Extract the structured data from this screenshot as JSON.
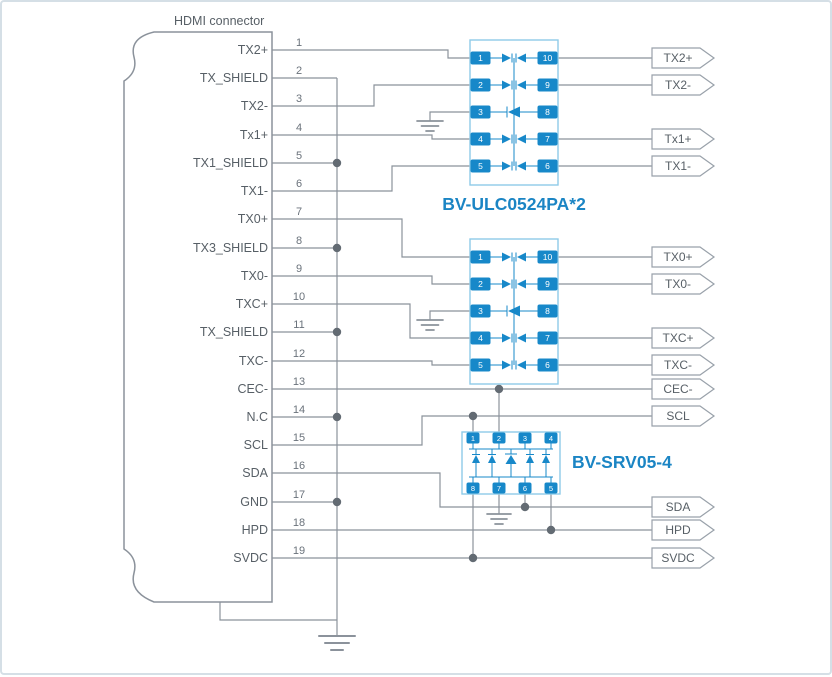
{
  "title": "HDMI connector",
  "components": {
    "ulc_label": "BV-ULC0524PA*2",
    "srv_label": "BV-SRV05-4"
  },
  "connector_pins": [
    {
      "num": "1",
      "label": "TX2+"
    },
    {
      "num": "2",
      "label": "TX_SHIELD"
    },
    {
      "num": "3",
      "label": "TX2-"
    },
    {
      "num": "4",
      "label": "Tx1+"
    },
    {
      "num": "5",
      "label": "TX1_SHIELD"
    },
    {
      "num": "6",
      "label": "TX1-"
    },
    {
      "num": "7",
      "label": "TX0+"
    },
    {
      "num": "8",
      "label": "TX3_SHIELD"
    },
    {
      "num": "9",
      "label": "TX0-"
    },
    {
      "num": "10",
      "label": "TXC+"
    },
    {
      "num": "11",
      "label": "TX_SHIELD"
    },
    {
      "num": "12",
      "label": "TXC-"
    },
    {
      "num": "13",
      "label": "CEC-"
    },
    {
      "num": "14",
      "label": "N.C"
    },
    {
      "num": "15",
      "label": "SCL"
    },
    {
      "num": "16",
      "label": "SDA"
    },
    {
      "num": "17",
      "label": "GND"
    },
    {
      "num": "18",
      "label": "HPD"
    },
    {
      "num": "19",
      "label": "SVDC"
    }
  ],
  "output_tags": [
    "TX2+",
    "TX2-",
    "Tx1+",
    "TX1-",
    "TX0+",
    "TX0-",
    "TXC+",
    "TXC-",
    "CEC-",
    "SCL",
    "SDA",
    "HPD",
    "SVDC"
  ],
  "ic1": {
    "left_pins": [
      "1",
      "2",
      "3",
      "4",
      "5"
    ],
    "right_pins": [
      "10",
      "9",
      "8",
      "7",
      "6"
    ]
  },
  "ic2": {
    "left_pins": [
      "1",
      "2",
      "3",
      "4",
      "5"
    ],
    "right_pins": [
      "10",
      "9",
      "8",
      "7",
      "6"
    ]
  },
  "srv": {
    "top_pins": [
      "1",
      "2",
      "3",
      "4"
    ],
    "bottom_pins": [
      "8",
      "7",
      "6",
      "5"
    ]
  },
  "colors": {
    "wire": "#8b929b",
    "accent_blue": "#1788c9",
    "ic_border": "#8ecbe8",
    "label_text": "#575f66",
    "component_label": "#1b85c4",
    "junction_dot": "#636b73",
    "background": "#ffffff"
  }
}
